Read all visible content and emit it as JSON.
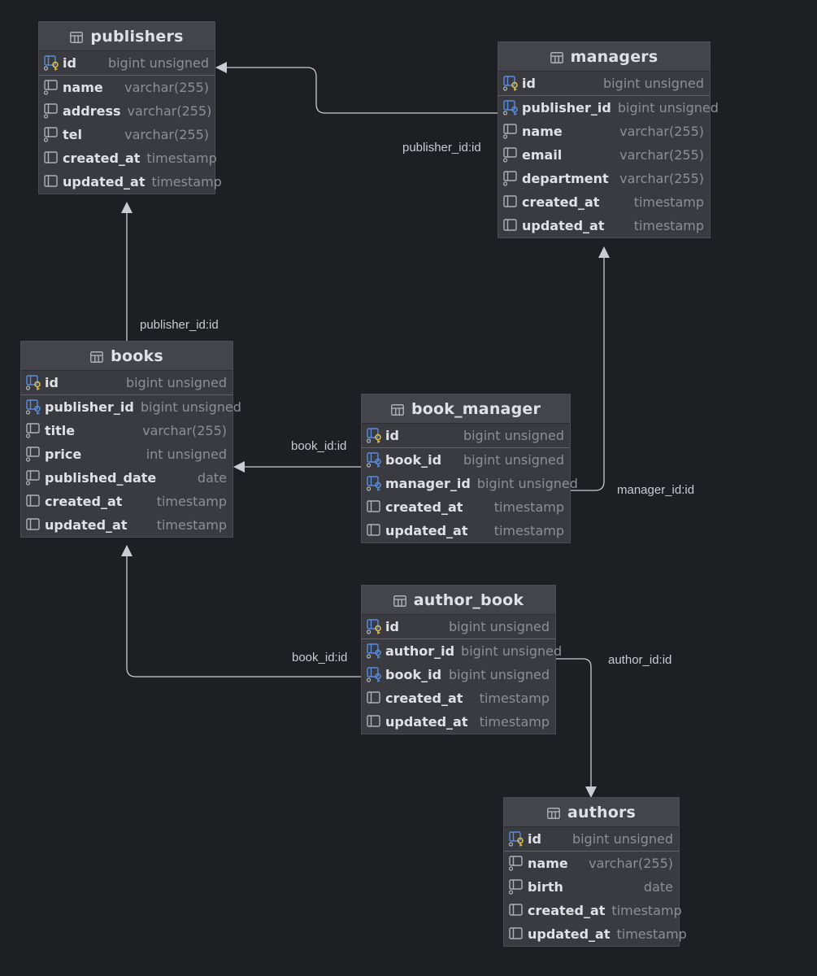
{
  "edge_labels": {
    "managers_publisher": "publisher_id:id",
    "books_publisher": "publisher_id:id",
    "book_manager_book": "book_id:id",
    "book_manager_manager": "manager_id:id",
    "author_book_book": "book_id:id",
    "author_book_author": "author_id:id"
  },
  "colors": {
    "background": "#1e1f22",
    "table_body": "#393b40",
    "table_header": "#43454a",
    "pk_key": "#e8c24a",
    "fk_key": "#5a8de0",
    "edge": "#c9ccd2"
  },
  "tables": {
    "publishers": {
      "name": "publishers",
      "columns": [
        {
          "name": "id",
          "type": "bigint unsigned",
          "icon": "primary-key-icon"
        },
        {
          "name": "name",
          "type": "varchar(255)",
          "icon": "column-notnull-icon"
        },
        {
          "name": "address",
          "type": "varchar(255)",
          "icon": "column-notnull-icon"
        },
        {
          "name": "tel",
          "type": "varchar(255)",
          "icon": "column-notnull-icon"
        },
        {
          "name": "created_at",
          "type": "timestamp",
          "icon": "column-icon"
        },
        {
          "name": "updated_at",
          "type": "timestamp",
          "icon": "column-icon"
        }
      ]
    },
    "managers": {
      "name": "managers",
      "columns": [
        {
          "name": "id",
          "type": "bigint unsigned",
          "icon": "primary-key-icon"
        },
        {
          "name": "publisher_id",
          "type": "bigint unsigned",
          "icon": "foreign-key-icon"
        },
        {
          "name": "name",
          "type": "varchar(255)",
          "icon": "column-notnull-icon"
        },
        {
          "name": "email",
          "type": "varchar(255)",
          "icon": "column-notnull-icon"
        },
        {
          "name": "department",
          "type": "varchar(255)",
          "icon": "column-notnull-icon"
        },
        {
          "name": "created_at",
          "type": "timestamp",
          "icon": "column-icon"
        },
        {
          "name": "updated_at",
          "type": "timestamp",
          "icon": "column-icon"
        }
      ]
    },
    "books": {
      "name": "books",
      "columns": [
        {
          "name": "id",
          "type": "bigint unsigned",
          "icon": "primary-key-icon"
        },
        {
          "name": "publisher_id",
          "type": "bigint unsigned",
          "icon": "foreign-key-icon"
        },
        {
          "name": "title",
          "type": "varchar(255)",
          "icon": "column-notnull-icon"
        },
        {
          "name": "price",
          "type": "int unsigned",
          "icon": "column-notnull-icon"
        },
        {
          "name": "published_date",
          "type": "date",
          "icon": "column-notnull-icon"
        },
        {
          "name": "created_at",
          "type": "timestamp",
          "icon": "column-icon"
        },
        {
          "name": "updated_at",
          "type": "timestamp",
          "icon": "column-icon"
        }
      ]
    },
    "book_manager": {
      "name": "book_manager",
      "columns": [
        {
          "name": "id",
          "type": "bigint unsigned",
          "icon": "primary-key-icon"
        },
        {
          "name": "book_id",
          "type": "bigint unsigned",
          "icon": "foreign-key-icon"
        },
        {
          "name": "manager_id",
          "type": "bigint unsigned",
          "icon": "foreign-key-icon"
        },
        {
          "name": "created_at",
          "type": "timestamp",
          "icon": "column-icon"
        },
        {
          "name": "updated_at",
          "type": "timestamp",
          "icon": "column-icon"
        }
      ]
    },
    "author_book": {
      "name": "author_book",
      "columns": [
        {
          "name": "id",
          "type": "bigint unsigned",
          "icon": "primary-key-icon"
        },
        {
          "name": "author_id",
          "type": "bigint unsigned",
          "icon": "foreign-key-icon"
        },
        {
          "name": "book_id",
          "type": "bigint unsigned",
          "icon": "foreign-key-icon"
        },
        {
          "name": "created_at",
          "type": "timestamp",
          "icon": "column-icon"
        },
        {
          "name": "updated_at",
          "type": "timestamp",
          "icon": "column-icon"
        }
      ]
    },
    "authors": {
      "name": "authors",
      "columns": [
        {
          "name": "id",
          "type": "bigint unsigned",
          "icon": "primary-key-icon"
        },
        {
          "name": "name",
          "type": "varchar(255)",
          "icon": "column-notnull-icon"
        },
        {
          "name": "birth",
          "type": "date",
          "icon": "column-notnull-icon"
        },
        {
          "name": "created_at",
          "type": "timestamp",
          "icon": "column-icon"
        },
        {
          "name": "updated_at",
          "type": "timestamp",
          "icon": "column-icon"
        }
      ]
    }
  }
}
